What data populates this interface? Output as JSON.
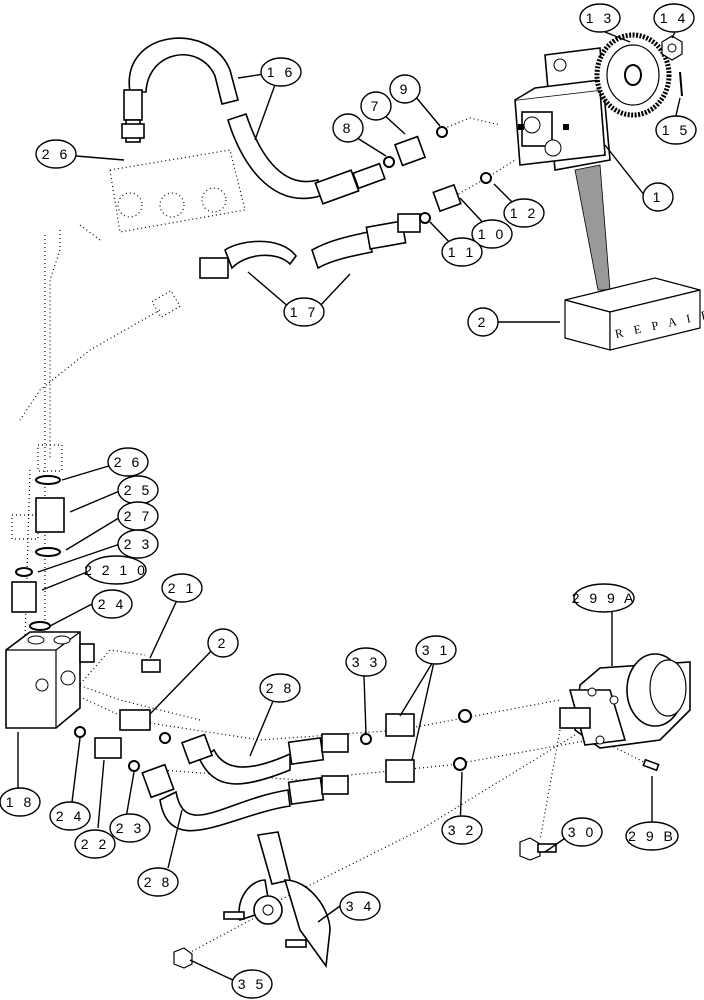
{
  "callouts": [
    {
      "id": "c1",
      "label": "1"
    },
    {
      "id": "c2a",
      "label": "2"
    },
    {
      "id": "c2b",
      "label": "2"
    },
    {
      "id": "c2c",
      "label": "2 2"
    },
    {
      "id": "c8",
      "label": "8"
    },
    {
      "id": "c7",
      "label": "7"
    },
    {
      "id": "c9",
      "label": "9"
    },
    {
      "id": "c10a",
      "label": "1 0"
    },
    {
      "id": "c11",
      "label": "1 1"
    },
    {
      "id": "c12",
      "label": "1 2"
    },
    {
      "id": "c13",
      "label": "1 3"
    },
    {
      "id": "c14",
      "label": "1 4"
    },
    {
      "id": "c15",
      "label": "1 5"
    },
    {
      "id": "c16",
      "label": "1 6"
    },
    {
      "id": "c17",
      "label": "1 7"
    },
    {
      "id": "c18",
      "label": "1 8"
    },
    {
      "id": "c21",
      "label": "2 1"
    },
    {
      "id": "c2210",
      "label": "2 2 1 0"
    },
    {
      "id": "c23a",
      "label": "2 3"
    },
    {
      "id": "c23b",
      "label": "2 3"
    },
    {
      "id": "c24a",
      "label": "2 4"
    },
    {
      "id": "c24b",
      "label": "2 4"
    },
    {
      "id": "c25",
      "label": "2 5"
    },
    {
      "id": "c26a",
      "label": "2 6"
    },
    {
      "id": "c26b",
      "label": "2 6"
    },
    {
      "id": "c27",
      "label": "2 7"
    },
    {
      "id": "c28a",
      "label": "2 8"
    },
    {
      "id": "c28b",
      "label": "2 8"
    },
    {
      "id": "c299a",
      "label": "2 9 9 A"
    },
    {
      "id": "c29b",
      "label": "2 9 B"
    },
    {
      "id": "c30",
      "label": "3 0"
    },
    {
      "id": "c31",
      "label": "3 1"
    },
    {
      "id": "c32",
      "label": "3 2"
    },
    {
      "id": "c33",
      "label": "3 3"
    },
    {
      "id": "c34",
      "label": "3 4"
    },
    {
      "id": "c35",
      "label": "3 5"
    }
  ],
  "repair_kit_label": "R E P A I R   K I"
}
